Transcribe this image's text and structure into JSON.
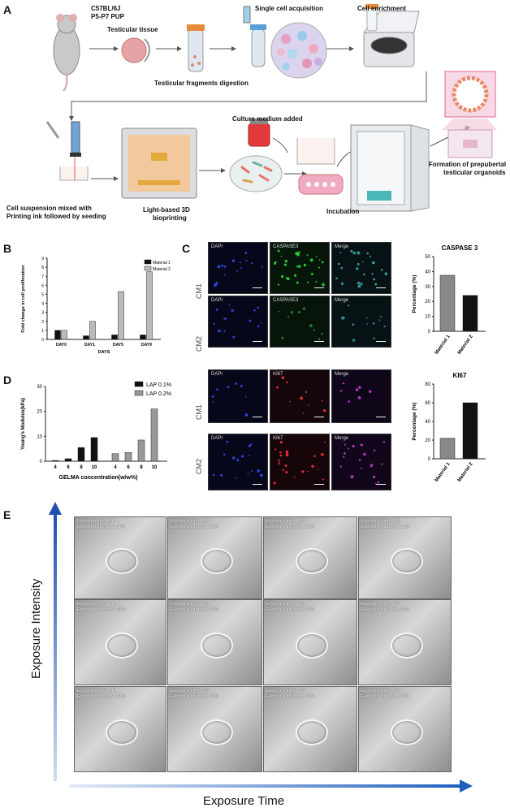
{
  "panels": {
    "a": "A",
    "b": "B",
    "c": "C",
    "d": "D",
    "e": "E"
  },
  "panelA": {
    "mouse": "C57BL/6J",
    "pup": "P5-P7 PUP",
    "testicular_tissue": "Testicular tissue",
    "digestion": "Testicular fragments digestion",
    "single_cell": "Single cell acquisition",
    "enrichment": "Cell enrichment",
    "culture_medium": "Culture medium added",
    "formation_1": "Formation of prepubertal",
    "formation_2": "testicular organoids",
    "suspension_1": "Cell suspension mixed with",
    "suspension_2": "Printing ink followed by seeding",
    "bioprint_1": "Light-based 3D",
    "bioprint_2": "bioprinting",
    "incubation": "Incubation"
  },
  "panelC": {
    "row_labels": [
      "CM1",
      "CM2",
      "CM1",
      "CM2"
    ],
    "channels_top": [
      "DAPI",
      "CASPASE3",
      "Merge"
    ],
    "channels_bottom": [
      "DAPI",
      "KI67",
      "Merge"
    ]
  },
  "panelE": {
    "y_axis": "Exposure Intensity",
    "x_axis": "Exposure Time",
    "time_prefix": "Exposure time: ",
    "intensity_prefix": "Exposure intensity: ",
    "times": [
      "14s",
      "15s",
      "16s",
      "17s"
    ],
    "intensities": [
      "21%",
      "20%",
      "19%"
    ]
  },
  "chart_data": [
    {
      "type": "bar",
      "ylabel": "Fold change in cell proliferation",
      "xlabel": "DAYS",
      "categories": [
        "DAY0",
        "DAY1",
        "DAY5",
        "DAY9"
      ],
      "ylim": [
        0,
        9
      ],
      "yticks": [
        "0",
        "1",
        "2",
        "3",
        "4",
        "5",
        "6",
        "7",
        "8",
        "9"
      ],
      "legend": "top-right",
      "series": [
        {
          "name": "Material 1",
          "color": "#111111",
          "values": [
            1.0,
            0.4,
            0.5,
            0.5
          ]
        },
        {
          "name": "Material 2",
          "color": "#bbbbbb",
          "values": [
            1.0,
            2.0,
            5.3,
            7.5
          ]
        }
      ]
    },
    {
      "type": "bar",
      "title": "CASPASE 3",
      "ylabel": "Percentage (%)",
      "categories": [
        "Material 1",
        "Material 2"
      ],
      "ylim": [
        0,
        50
      ],
      "yticks": [
        "0",
        "10",
        "20",
        "30",
        "40",
        "50"
      ],
      "values": [
        37.5,
        24
      ],
      "colors": [
        "#888888",
        "#111111"
      ]
    },
    {
      "type": "bar",
      "ylabel": "Young's Modulus(kPa)",
      "xlabel": "GELMA concentration(w/w%)",
      "categories": [
        "4",
        "6",
        "8",
        "10",
        "4",
        "6",
        "8",
        "10"
      ],
      "ylim": [
        0,
        30
      ],
      "yticks": [
        "0",
        "10",
        "20",
        "30"
      ],
      "legend": "top-right",
      "series": [
        {
          "name": "LAP 0.1%",
          "color": "#111111",
          "values": [
            0.3,
            1.0,
            5.5,
            9.5
          ]
        },
        {
          "name": "LAP 0.2%",
          "color": "#999999",
          "values": [
            3.0,
            3.5,
            8.5,
            21
          ]
        }
      ]
    },
    {
      "type": "bar",
      "title": "KI67",
      "ylabel": "Percentage (%)",
      "categories": [
        "Material 1",
        "Material 2"
      ],
      "ylim": [
        0,
        80
      ],
      "yticks": [
        "0",
        "20",
        "40",
        "60",
        "80"
      ],
      "values": [
        22,
        60
      ],
      "colors": [
        "#888888",
        "#111111"
      ]
    }
  ]
}
